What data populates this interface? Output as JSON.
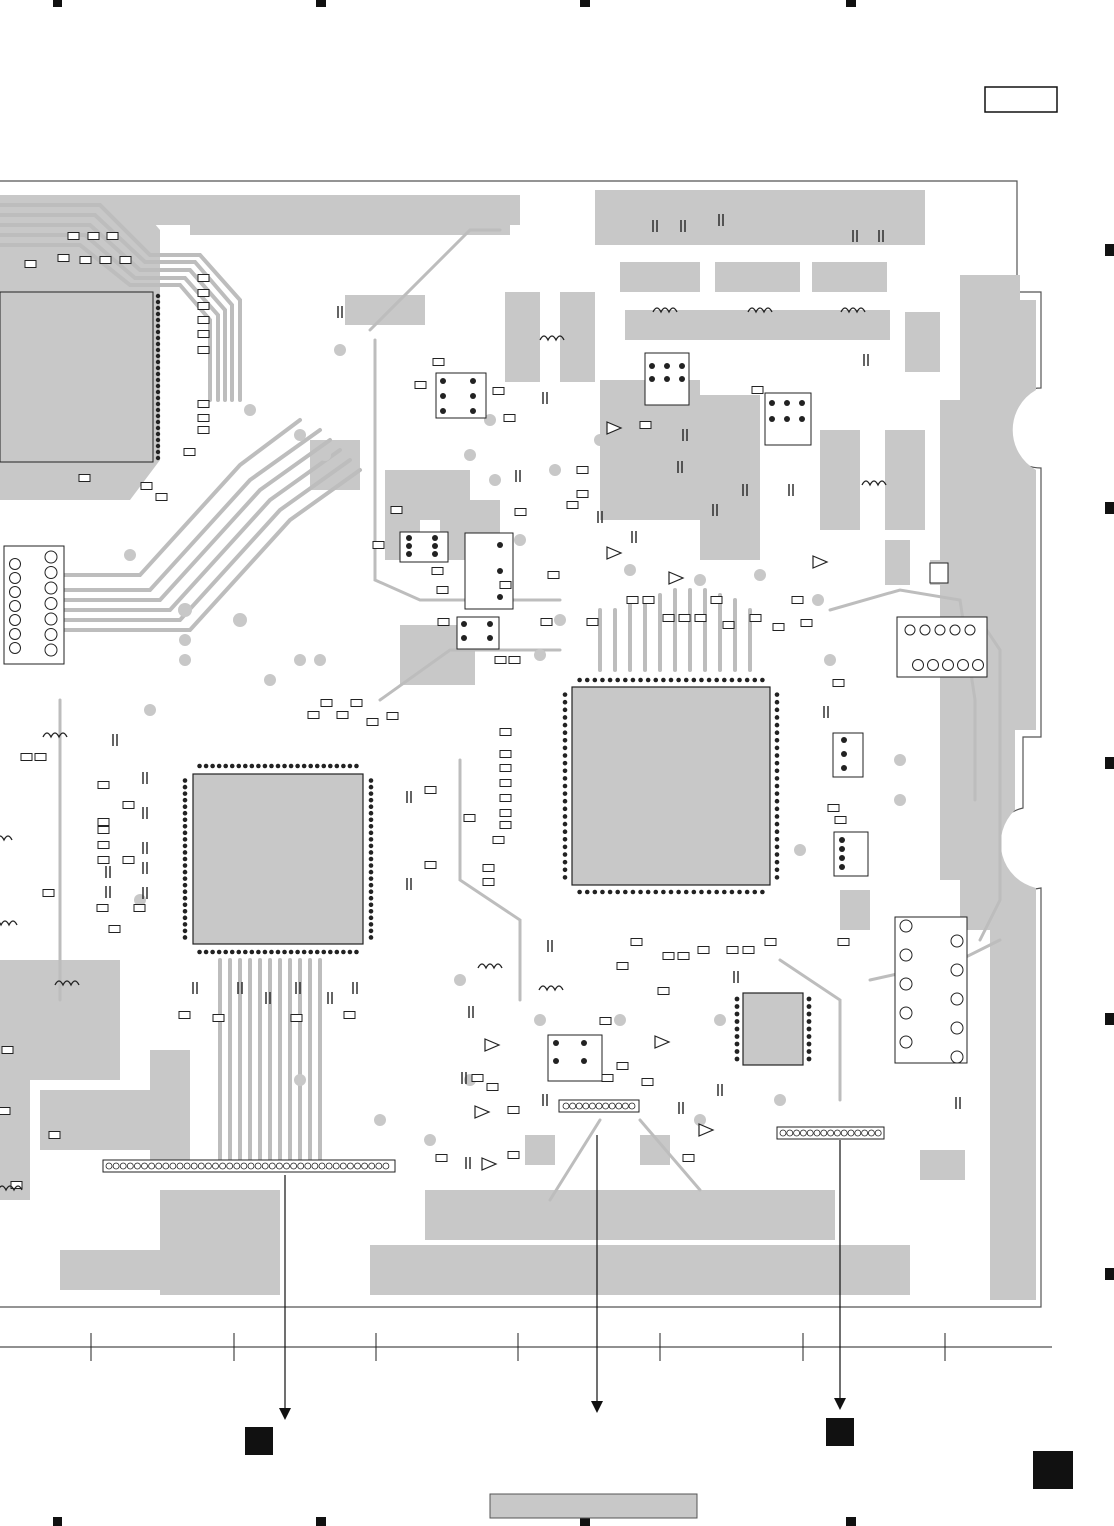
{
  "page": {
    "label_box_text": "",
    "footer_box_text": ""
  },
  "board": {
    "fill": "#c8c8c8",
    "trace": "#bdbdbd",
    "outline": "#555555",
    "part_stroke": "#222222"
  },
  "markers": {
    "color": "#111111"
  },
  "connectors": [
    {
      "name": "cn-left-40pin",
      "pins": 40
    },
    {
      "name": "cn-center-11pin",
      "pins": 11
    },
    {
      "name": "cn-right-15pin",
      "pins": 15
    }
  ],
  "callouts": [
    {
      "name": "callout-left-arrow"
    },
    {
      "name": "callout-center-arrow"
    },
    {
      "name": "callout-right-arrow"
    }
  ]
}
